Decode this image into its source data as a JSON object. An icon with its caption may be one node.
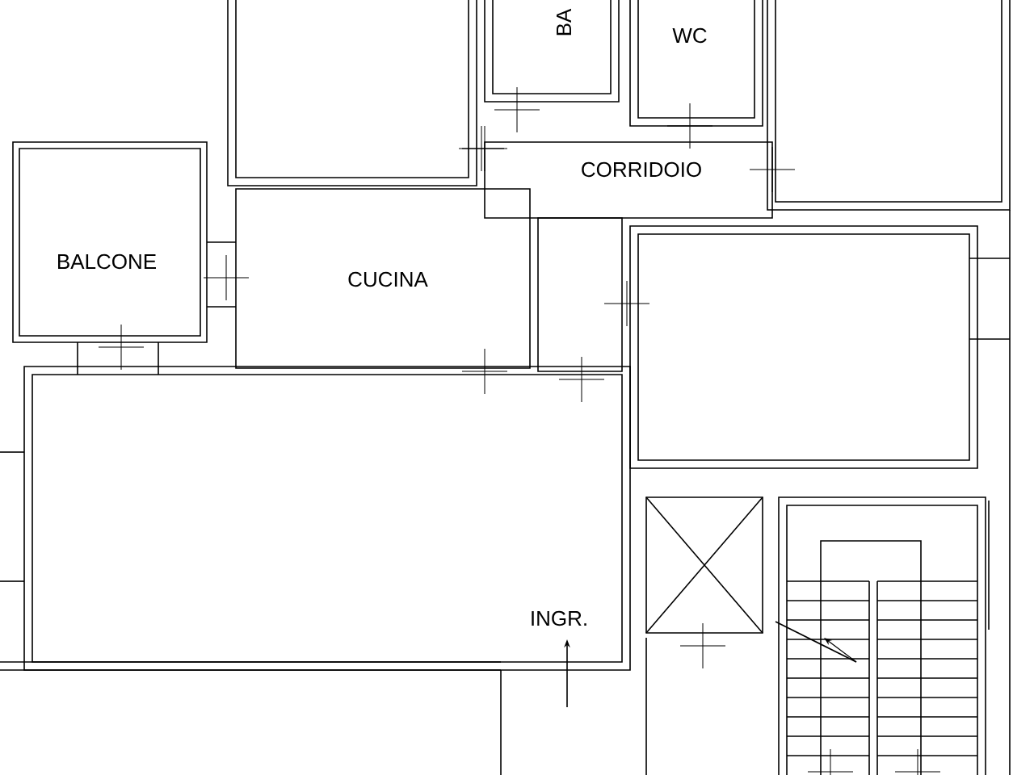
{
  "diagram": {
    "labels": [
      "BA",
      "WC",
      "CORRIDOIO",
      "BALCONE",
      "CUCINA",
      "INGR."
    ]
  }
}
